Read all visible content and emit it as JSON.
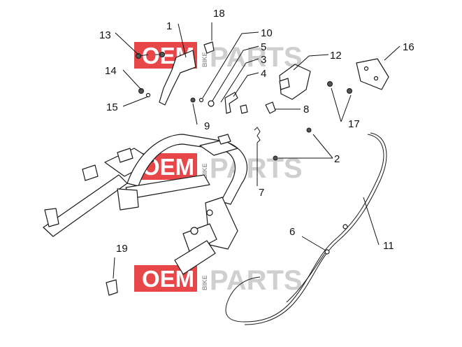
{
  "watermark": {
    "oem": "OEM",
    "bike": "BIKE",
    "parts": "PARTS",
    "oem_color": "#e8474a"
  },
  "callouts": {
    "c1": "1",
    "c2": "2",
    "c3": "3",
    "c4": "4",
    "c5": "5",
    "c6": "6",
    "c7": "7",
    "c8": "8",
    "c9": "9",
    "c10": "10",
    "c11": "11",
    "c12": "12",
    "c13": "13",
    "c14": "14",
    "c15": "15",
    "c16": "16",
    "c17": "17",
    "c18": "18",
    "c19": "19"
  }
}
